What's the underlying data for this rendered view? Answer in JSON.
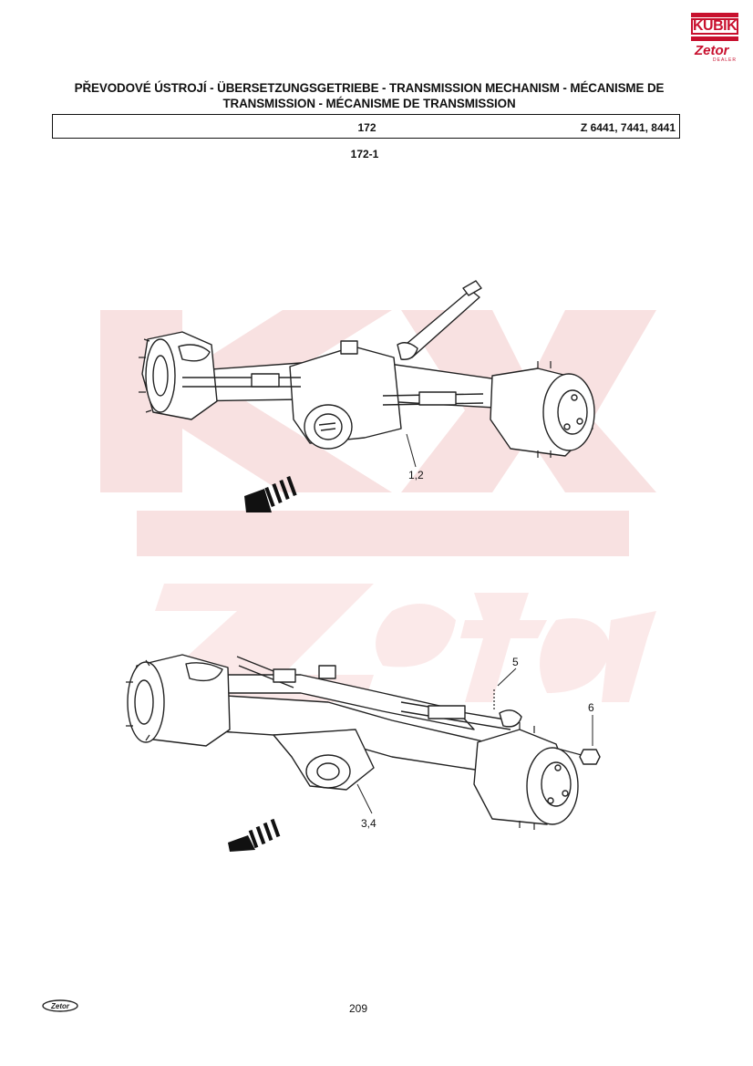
{
  "logo": {
    "brand": "KUBIK",
    "sub_brand": "Zetor",
    "tag": "DEALER",
    "color": "#c8102e"
  },
  "header": {
    "title_line1": "PŘEVODOVÉ ÚSTROJÍ - ÜBERSETZUNGSGETRIEBE - TRANSMISSION MECHANISM - MÉCANISME DE",
    "title_line2": "TRANSMISSION - MÉCANISME DE TRANSMISSION",
    "group_number": "172",
    "model_range": "Z 6441, 7441, 8441"
  },
  "figure": {
    "number": "172-1",
    "callouts": {
      "upper": "1,2",
      "lower": "3,4",
      "part5": "5",
      "part6": "6"
    }
  },
  "watermark": {
    "color": "#f6dada"
  },
  "footer": {
    "page_number": "209",
    "logo_text": "Zetor"
  }
}
